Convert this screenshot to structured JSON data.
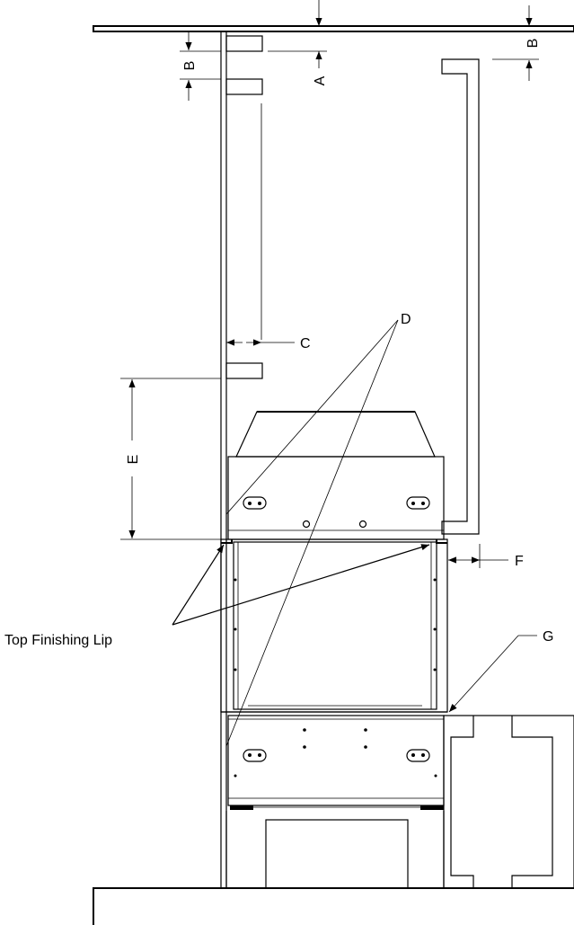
{
  "labels": {
    "a": "A",
    "b": "B",
    "c": "C",
    "d": "D",
    "e": "E",
    "f": "F",
    "g": "G",
    "top_finishing_lip": "Top Finishing Lip"
  }
}
